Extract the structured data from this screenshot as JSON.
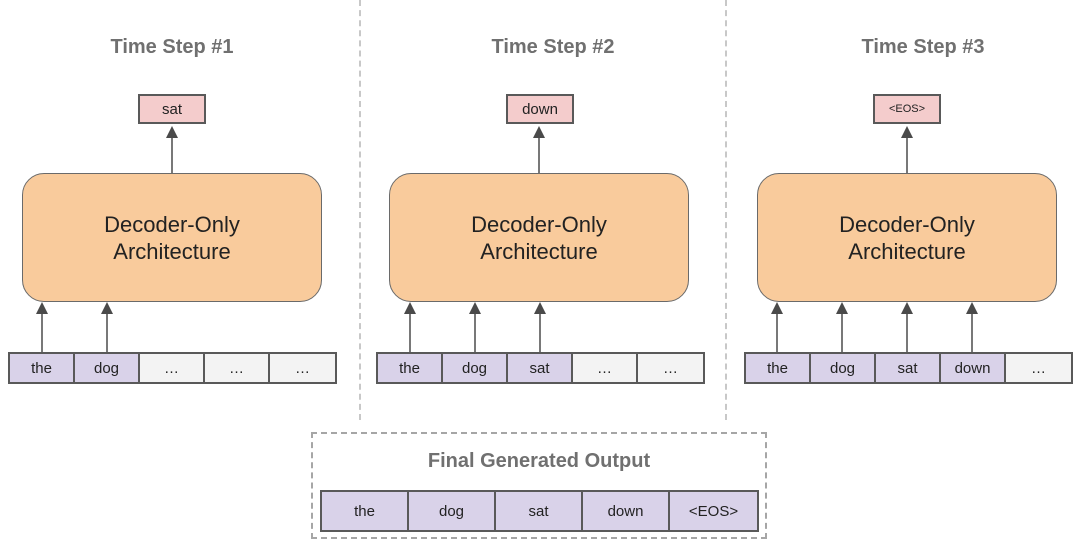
{
  "steps": [
    {
      "title": "Time Step #1",
      "output": "sat",
      "decoder": [
        "Decoder-Only",
        "Architecture"
      ],
      "tokens": [
        "the",
        "dog",
        "…",
        "…",
        "…"
      ]
    },
    {
      "title": "Time Step #2",
      "output": "down",
      "decoder": [
        "Decoder-Only",
        "Architecture"
      ],
      "tokens": [
        "the",
        "dog",
        "sat",
        "…",
        "…"
      ]
    },
    {
      "title": "Time Step #3",
      "output": "<EOS>",
      "decoder": [
        "Decoder-Only",
        "Architecture"
      ],
      "tokens": [
        "the",
        "dog",
        "sat",
        "down",
        "…"
      ]
    }
  ],
  "final": {
    "title": "Final Generated Output",
    "tokens": [
      "the",
      "dog",
      "sat",
      "down",
      "<EOS>"
    ]
  },
  "colors": {
    "decoder_fill": "#f9cb9c",
    "output_token_fill": "#f4cccc",
    "input_token_fill": "#d9d2e9",
    "empty_token_fill": "#f3f3f3",
    "title_text": "#707070"
  }
}
